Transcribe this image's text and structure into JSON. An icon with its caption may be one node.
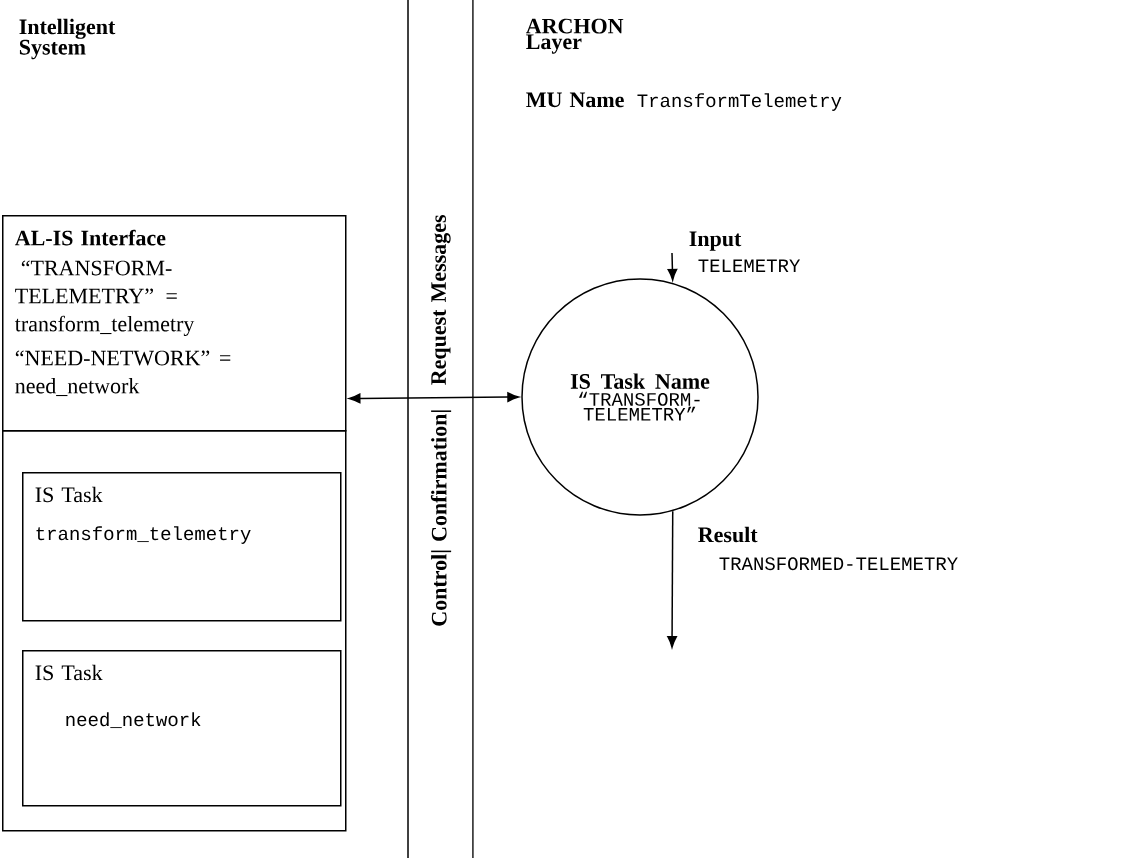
{
  "diagram": {
    "nodes": [
      {
        "text": [
          "AL-IS Interface",
          "“TRANSFORM-TELEMETRY” = transform_telemetry",
          "“NEED-NETWORK” = need_network"
        ]
      },
      {
        "text": [],
        "shape": "box"
      },
      {
        "text": [
          "IS Task",
          "transform_telemetry"
        ],
        "in": 1
      },
      {
        "text": [
          "IS Task",
          "need_network"
        ],
        "in": 1
      },
      {
        "text": [
          "IS Task Name",
          "“TRANSFORM-TELEMETRY”"
        ]
      }
    ],
    "edges": [
      {
        "from": 0,
        "to": 4,
        "arrow": "both"
      },
      {
        "from": null,
        "to": 4,
        "arrow": "to"
      },
      {
        "from": 4,
        "to": null,
        "arrow": "to"
      }
    ],
    "labels": [
      "Intelligent System",
      "ARCHON Layer",
      "MU Name",
      "TransformTelemetry",
      "Input",
      "TELEMETRY",
      "Control| Confirmation|",
      "Request Messages",
      "Result",
      "TRANSFORMED-TELEMETRY"
    ]
  }
}
